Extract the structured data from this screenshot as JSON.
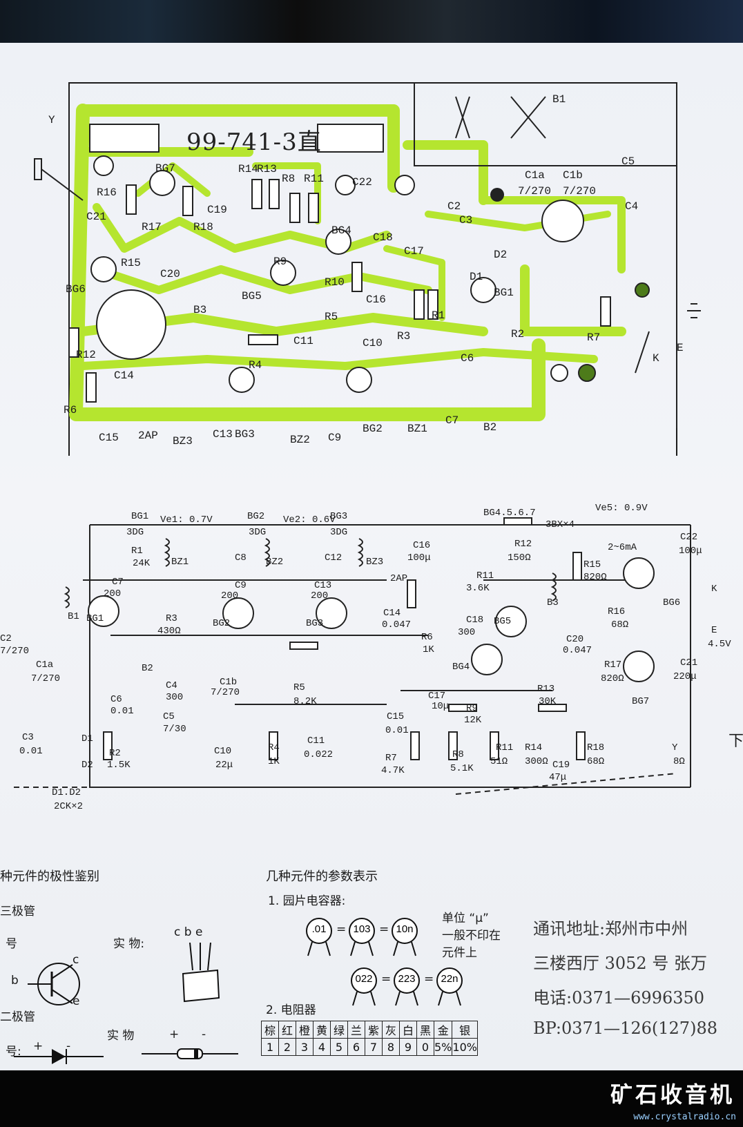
{
  "pcb": {
    "title": "99-741-3直",
    "labels": [
      {
        "id": "Y",
        "text": "Y"
      },
      {
        "id": "BG7",
        "text": "BG7"
      },
      {
        "id": "R16",
        "text": "R16"
      },
      {
        "id": "C21",
        "text": "C21"
      },
      {
        "id": "R17",
        "text": "R17"
      },
      {
        "id": "R18",
        "text": "R18"
      },
      {
        "id": "C19",
        "text": "C19"
      },
      {
        "id": "BG6",
        "text": "BG6"
      },
      {
        "id": "R15",
        "text": "R15"
      },
      {
        "id": "C20",
        "text": "C20"
      },
      {
        "id": "R14",
        "text": "R14"
      },
      {
        "id": "R13",
        "text": "R13"
      },
      {
        "id": "R8",
        "text": "R8"
      },
      {
        "id": "R11",
        "text": "R11"
      },
      {
        "id": "C22",
        "text": "C22"
      },
      {
        "id": "BG4",
        "text": "BG4"
      },
      {
        "id": "C18",
        "text": "C18"
      },
      {
        "id": "C17",
        "text": "C17"
      },
      {
        "id": "R9",
        "text": "R9"
      },
      {
        "id": "BG5",
        "text": "BG5"
      },
      {
        "id": "B3",
        "text": "B3"
      },
      {
        "id": "R10",
        "text": "R10"
      },
      {
        "id": "R5",
        "text": "R5"
      },
      {
        "id": "C16",
        "text": "C16"
      },
      {
        "id": "C11",
        "text": "C11"
      },
      {
        "id": "C10",
        "text": "C10"
      },
      {
        "id": "R12",
        "text": "R12"
      },
      {
        "id": "R4",
        "text": "R4"
      },
      {
        "id": "C14",
        "text": "C14"
      },
      {
        "id": "R6",
        "text": "R6"
      },
      {
        "id": "C15",
        "text": "C15"
      },
      {
        "id": "2AP",
        "text": "2AP"
      },
      {
        "id": "BZ3",
        "text": "BZ3"
      },
      {
        "id": "C13",
        "text": "C13"
      },
      {
        "id": "BG3",
        "text": "BG3"
      },
      {
        "id": "BZ2",
        "text": "BZ2"
      },
      {
        "id": "C9",
        "text": "C9"
      },
      {
        "id": "BG2",
        "text": "BG2"
      },
      {
        "id": "BZ1",
        "text": "BZ1"
      },
      {
        "id": "C7",
        "text": "C7"
      },
      {
        "id": "B2",
        "text": "B2"
      },
      {
        "id": "B1",
        "text": "B1"
      },
      {
        "id": "C1a",
        "text": "C1a"
      },
      {
        "id": "C1b",
        "text": "C1b"
      },
      {
        "id": "C1a_v",
        "text": "7/270"
      },
      {
        "id": "C1b_v",
        "text": "7/270"
      },
      {
        "id": "C5",
        "text": "C5"
      },
      {
        "id": "C4",
        "text": "C4"
      },
      {
        "id": "C2",
        "text": "C2"
      },
      {
        "id": "C3",
        "text": "C3"
      },
      {
        "id": "D2",
        "text": "D2"
      },
      {
        "id": "D1",
        "text": "D1"
      },
      {
        "id": "BG1",
        "text": "BG1"
      },
      {
        "id": "R1",
        "text": "R1"
      },
      {
        "id": "R3",
        "text": "R3"
      },
      {
        "id": "R2",
        "text": "R2"
      },
      {
        "id": "C6",
        "text": "C6"
      },
      {
        "id": "R7",
        "text": "R7"
      },
      {
        "id": "K",
        "text": "K"
      },
      {
        "id": "E",
        "text": "E"
      }
    ]
  },
  "schematic": {
    "labels": [
      {
        "id": "bg1",
        "text": "BG1"
      },
      {
        "id": "bg1t",
        "text": "3DG"
      },
      {
        "id": "ve1",
        "text": "Ve1: 0.7V"
      },
      {
        "id": "bg2",
        "text": "BG2"
      },
      {
        "id": "bg2t",
        "text": "3DG"
      },
      {
        "id": "ve2",
        "text": "Ve2: 0.6V"
      },
      {
        "id": "bg3",
        "text": "BG3"
      },
      {
        "id": "bg3t",
        "text": "3DG"
      },
      {
        "id": "bg4567",
        "text": "BG4.5.6.7"
      },
      {
        "id": "3bx4",
        "text": "3BX×4"
      },
      {
        "id": "ve5",
        "text": "Ve5: 0.9V"
      },
      {
        "id": "r1",
        "text": "R1"
      },
      {
        "id": "r1v",
        "text": "24K"
      },
      {
        "id": "bz1",
        "text": "BZ1"
      },
      {
        "id": "c8",
        "text": "C8"
      },
      {
        "id": "bz2",
        "text": "BZ2"
      },
      {
        "id": "c12",
        "text": "C12"
      },
      {
        "id": "bz3",
        "text": "BZ3"
      },
      {
        "id": "c16",
        "text": "C16"
      },
      {
        "id": "c16v",
        "text": "100μ"
      },
      {
        "id": "r12",
        "text": "R12"
      },
      {
        "id": "r12v",
        "text": "150Ω"
      },
      {
        "id": "2-6ma",
        "text": "2~6mA"
      },
      {
        "id": "c22",
        "text": "C22"
      },
      {
        "id": "c22v",
        "text": "100μ"
      },
      {
        "id": "c7",
        "text": "C7"
      },
      {
        "id": "c7v",
        "text": "200"
      },
      {
        "id": "c9",
        "text": "C9"
      },
      {
        "id": "c9v",
        "text": "200"
      },
      {
        "id": "c13",
        "text": "C13"
      },
      {
        "id": "c13v",
        "text": "200"
      },
      {
        "id": "2ap",
        "text": "2AP"
      },
      {
        "id": "r11t",
        "text": "R11"
      },
      {
        "id": "r11tv",
        "text": "3.6K"
      },
      {
        "id": "r15",
        "text": "R15"
      },
      {
        "id": "r15v",
        "text": "820Ω"
      },
      {
        "id": "k",
        "text": "K"
      },
      {
        "id": "bg6",
        "text": "BG6"
      },
      {
        "id": "b1",
        "text": "B1"
      },
      {
        "id": "bg1b",
        "text": "BG1"
      },
      {
        "id": "r3",
        "text": "R3"
      },
      {
        "id": "r3v",
        "text": "430Ω"
      },
      {
        "id": "bg2b",
        "text": "BG2"
      },
      {
        "id": "bg3b",
        "text": "BG3"
      },
      {
        "id": "c14",
        "text": "C14"
      },
      {
        "id": "c14v",
        "text": "0.047"
      },
      {
        "id": "c18",
        "text": "C18"
      },
      {
        "id": "c18v",
        "text": "300"
      },
      {
        "id": "bg5",
        "text": "BG5"
      },
      {
        "id": "b3",
        "text": "B3"
      },
      {
        "id": "r16",
        "text": "R16"
      },
      {
        "id": "r16v",
        "text": "68Ω"
      },
      {
        "id": "c20",
        "text": "C20"
      },
      {
        "id": "c20v",
        "text": "0.047"
      },
      {
        "id": "e",
        "text": "E"
      },
      {
        "id": "ev",
        "text": "4.5V"
      },
      {
        "id": "c2",
        "text": "C2"
      },
      {
        "id": "c2v",
        "text": "7/270"
      },
      {
        "id": "c1a",
        "text": "C1a"
      },
      {
        "id": "c1av",
        "text": "7/270"
      },
      {
        "id": "r6",
        "text": "R6"
      },
      {
        "id": "r6v",
        "text": "1K"
      },
      {
        "id": "bg4",
        "text": "BG4"
      },
      {
        "id": "r17",
        "text": "R17"
      },
      {
        "id": "r17v",
        "text": "820Ω"
      },
      {
        "id": "c21",
        "text": "C21"
      },
      {
        "id": "c21v",
        "text": "220μ"
      },
      {
        "id": "b2",
        "text": "B2"
      },
      {
        "id": "c4",
        "text": "C4"
      },
      {
        "id": "c4v",
        "text": "300"
      },
      {
        "id": "c1b",
        "text": "C1b"
      },
      {
        "id": "c1bv",
        "text": "7/270"
      },
      {
        "id": "r5",
        "text": "R5"
      },
      {
        "id": "r5v",
        "text": "8.2K"
      },
      {
        "id": "c17",
        "text": "C17"
      },
      {
        "id": "c17v",
        "text": "10μ"
      },
      {
        "id": "r13",
        "text": "R13"
      },
      {
        "id": "r13v",
        "text": "30K"
      },
      {
        "id": "bg7",
        "text": "BG7"
      },
      {
        "id": "c6",
        "text": "C6"
      },
      {
        "id": "c6v",
        "text": "0.01"
      },
      {
        "id": "c5",
        "text": "C5"
      },
      {
        "id": "c5v",
        "text": "7/30"
      },
      {
        "id": "c15",
        "text": "C15"
      },
      {
        "id": "c15v",
        "text": "0.01"
      },
      {
        "id": "r9",
        "text": "R9"
      },
      {
        "id": "r9v",
        "text": "12K"
      },
      {
        "id": "c3",
        "text": "C3"
      },
      {
        "id": "c3v",
        "text": "0.01"
      },
      {
        "id": "d1",
        "text": "D1"
      },
      {
        "id": "r2",
        "text": "R2"
      },
      {
        "id": "r2v",
        "text": "1.5K"
      },
      {
        "id": "c10",
        "text": "C10"
      },
      {
        "id": "c10v",
        "text": "22μ"
      },
      {
        "id": "r4",
        "text": "R4"
      },
      {
        "id": "r4v",
        "text": "1K"
      },
      {
        "id": "c11",
        "text": "C11"
      },
      {
        "id": "c11v",
        "text": "0.022"
      },
      {
        "id": "r7",
        "text": "R7"
      },
      {
        "id": "r7v",
        "text": "4.7K"
      },
      {
        "id": "r8",
        "text": "R8"
      },
      {
        "id": "r8v",
        "text": "5.1K"
      },
      {
        "id": "r11",
        "text": "R11"
      },
      {
        "id": "r11v",
        "text": "51Ω"
      },
      {
        "id": "r14",
        "text": "R14"
      },
      {
        "id": "r14v",
        "text": "300Ω"
      },
      {
        "id": "c19",
        "text": "C19"
      },
      {
        "id": "c19v",
        "text": "47μ"
      },
      {
        "id": "r18",
        "text": "R18"
      },
      {
        "id": "r18v",
        "text": "68Ω"
      },
      {
        "id": "y",
        "text": "Y"
      },
      {
        "id": "yv",
        "text": "8Ω"
      },
      {
        "id": "d2",
        "text": "D2"
      },
      {
        "id": "d12",
        "text": "D1.D2"
      },
      {
        "id": "d12v",
        "text": "2CK×2"
      }
    ]
  },
  "lower": {
    "left_title": "种元件的极性鉴别",
    "triode": "三极管",
    "symbol_a": "号",
    "actual_a": "实 物:",
    "pin_b": "b",
    "pin_c": "c",
    "pin_e": "e",
    "cbe": "c b e",
    "diode": "二极管",
    "symbol_b": "号:",
    "actual_b": "实 物",
    "plus": "+",
    "minus": "-",
    "mid_title": "几种元件的参数表示",
    "cap_title": "1. 园片电容器:",
    "cap_row1": [
      ".01",
      "103",
      "10n"
    ],
    "cap_row2": [
      "022",
      "223",
      "22n"
    ],
    "unit_note_1": "单位 “μ”",
    "unit_note_2": "一般不印在",
    "unit_note_3": "元件上",
    "res_title": "2. 电阻器",
    "color_names": [
      "棕",
      "红",
      "橙",
      "黄",
      "绿",
      "兰",
      "紫",
      "灰",
      "白",
      "黑",
      "金",
      "银"
    ],
    "color_values": [
      "1",
      "2",
      "3",
      "4",
      "5",
      "6",
      "7",
      "8",
      "9",
      "0",
      "5%",
      "10%"
    ],
    "address_1": "通讯地址:郑州市中州",
    "address_2": "三楼西厅 3052 号 张万",
    "address_3": "电话:0371—6996350",
    "address_4": "BP:0371—126(127)88",
    "side_mark": "下"
  },
  "watermark": {
    "main": "矿石收音机",
    "url": "www.crystalradio.cn"
  }
}
